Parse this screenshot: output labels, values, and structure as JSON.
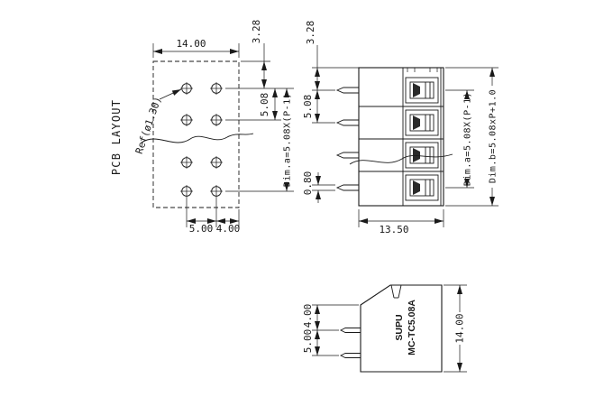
{
  "drawing": {
    "background": "#ffffff",
    "line_color": "#1a1a1a"
  },
  "pcb_view": {
    "label": "PCB LAYOUT",
    "ref_label": "Ref(ø1.30)",
    "dim_width": "14.00",
    "dim_top_offset": "3.28",
    "dim_pitch": "5.08",
    "dim_a": "Dim.a=5.08X(P-1)",
    "dim_hole_span": "5.00",
    "dim_edge": "4.00"
  },
  "front_view": {
    "dim_top_offset": "3.28",
    "dim_pitch": "5.08",
    "dim_pin_thickness": "0.80",
    "dim_a": "Dim.a=5.08X(P-1)",
    "dim_b": "Dim.b=5.08xP+1.0",
    "dim_width": "13.50"
  },
  "side_view": {
    "brand": "SUPU",
    "model": "MC-TC5.08A",
    "dim_edge": "4.00",
    "dim_pitch": "5.00",
    "dim_height": "14.00"
  }
}
